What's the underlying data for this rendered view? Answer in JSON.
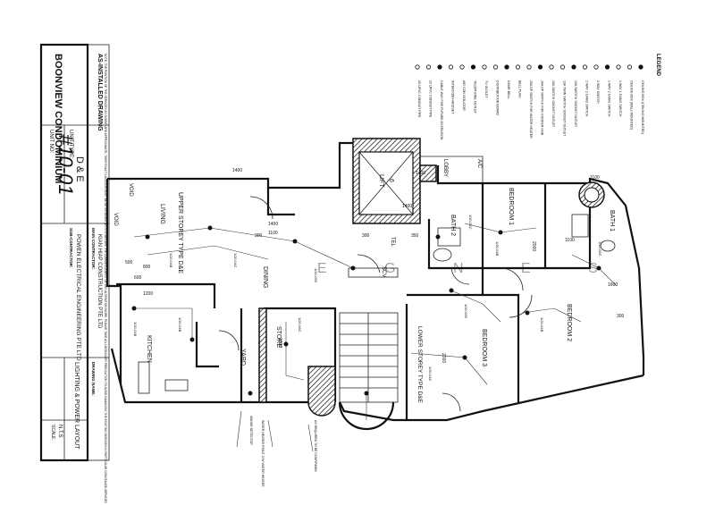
{
  "title_block": {
    "project": "BOONVIEW CONDOMINIUM",
    "unit_no_label": "UNIT NO:",
    "unit_no_value": "#10-01",
    "unit_type_label": "UNIT TYPE:",
    "unit_type_value": "D & E",
    "as_installed_title": "AS-INSTALLED DRAWING",
    "as_installed_note": "NOTE: THE POSITION OF THE SERVICES AS SHOWN ARE APPROXIMATE. THEIR EXACT LOCATION MUST BE DETERMINED ON SITE BEFORE THE COMMENCEMENT OF ANY ALTERATION WORK. PLEASE TAKE ALL NECESSARY PRECAUTION TO AVOID DAMAGING THE EXISTING SERVICES IN PARTICULAR CONCEALED SERVICES",
    "main_contractor_label": "MAIN CONTRACTOR:",
    "main_contractor_value": "KIAN HIAP CONSTRUCTION PTE LTD",
    "sub_contractor_label": "SUB-CONTRACTOR:",
    "sub_contractor_value": "POWEN ELECTRICAL ENGINEERING PTE LTD",
    "drawing_name_label": "DRAWING NAME:",
    "drawing_name_value": "LIGHTING & POWER LAYOUT",
    "scale_label": "SCALE:",
    "scale_value": "N.T.S"
  },
  "rooms": {
    "upper_storey": "UPPER STOREY TYPE D&E",
    "living": "LIVING",
    "dining": "DINING",
    "kitchen": "KITCHEN",
    "store": "STORE",
    "yard": "YARD",
    "bath_2": "BATH 2",
    "bath_1": "BATH 1",
    "bedroom_1": "BEDROOM 1",
    "bedroom_2": "BEDROOM 2",
    "bedroom_3": "BEDROOM 3",
    "lower_storey": "LOWER STOREY TYPE D&E",
    "lift": "LIFT",
    "lift_no": "6",
    "lobby": "LOBBY",
    "ac": "A/C",
    "tel": "TEL",
    "void_1": "VOID",
    "void_2": "VOID",
    "scv": "SCV"
  },
  "dimensions": [
    "1400",
    "1400",
    "1400",
    "1100",
    "1100",
    "1200",
    "300",
    "300",
    "350",
    "500",
    "600",
    "800",
    "2000",
    "2000",
    "1400",
    "1100",
    "1200",
    "1600",
    "300"
  ],
  "legend": {
    "heading": "LEGEND",
    "items": [
      {
        "icon": "ceiling-light-symbol",
        "label": "CEILING BOX (CEILING MOUNTED)"
      },
      {
        "icon": "wall-light-symbol",
        "label": "CEILING BOX (WALL MOUNTED)"
      },
      {
        "icon": "switch-symbol",
        "label": "1 WAY 1 GANG SWITCH"
      },
      {
        "icon": "switch-symbol",
        "label": "1 WAY 2 GANG SWITCH"
      },
      {
        "icon": "switch-symbol",
        "label": "2 WAY SWITCH"
      },
      {
        "icon": "switch-symbol",
        "label": "2 WAY 2 GANG SWITCH"
      },
      {
        "icon": "socket-symbol",
        "label": "13A SWITCH SOCKET OUTLET"
      },
      {
        "icon": "socket-symbol",
        "label": "13A TWIN SWITCH SOCKET OUTLET"
      },
      {
        "icon": "socket-symbol",
        "label": "15A SWITCH SOCKET OUTLET"
      },
      {
        "icon": "socket-symbol",
        "label": "20A DP SWITCH FOR COOKER HOB"
      },
      {
        "icon": "socket-symbol",
        "label": "20A DP SWITCH FOR WATER HEATER"
      },
      {
        "icon": "bell-symbol",
        "label": "BELL PUSH"
      },
      {
        "icon": "bell-symbol",
        "label": "DOOR BELL"
      },
      {
        "icon": "panel-symbol",
        "label": "DISTRIBUTION BOARD"
      },
      {
        "icon": "tv-symbol",
        "label": "TV OUTLET"
      },
      {
        "icon": "tel-symbol",
        "label": "TELEPHONE OUTLET"
      },
      {
        "icon": "ac-symbol",
        "label": "AIR CON ISOLATOR"
      },
      {
        "icon": "intercom-symbol",
        "label": "INTERCOM HANDSET"
      },
      {
        "icon": "cable-symbol",
        "label": "CABLE WAY FOR FUTURE EXTENSION"
      },
      {
        "icon": "conduit-symbol",
        "label": "20 UPVC CONDUIT PIPE"
      },
      {
        "icon": "conduit-symbol",
        "label": "25 UPVC CONDUIT PIPE"
      }
    ]
  },
  "annotations": {
    "watermark": "E G N E S",
    "smoke": "SMOKE DETECTOR",
    "meter_note_1": "WATER HEATER POINT C/W WATER HEATER",
    "meter_note_2": "AS REQUIRED TO BE CONFIRMED",
    "circuit_tags": [
      "1/20-04B",
      "1/20-04C",
      "1/20-06C",
      "1/20-04B",
      "1/20-06C",
      "1/20-04C",
      "1/20-04B",
      "1/20-06C",
      "1/20-04B",
      "1/20-04C",
      "1/20-06C",
      "1/20-04B"
    ]
  }
}
